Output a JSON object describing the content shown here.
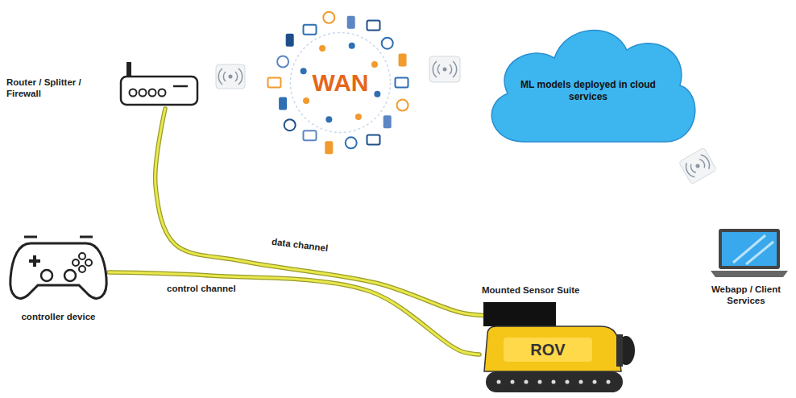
{
  "diagram": {
    "nodes": [
      {
        "text": [
          "Router / Splitter / Firewall"
        ]
      },
      {
        "text": [
          "WAN"
        ]
      },
      {
        "text": [
          "ML models deployed in cloud services"
        ]
      },
      {
        "text": [
          "Webapp / Client Services"
        ]
      },
      {
        "text": [
          "controller device"
        ]
      },
      {
        "text": [
          "Mounted Sensor Suite"
        ]
      },
      {
        "text": [
          "ROV"
        ]
      }
    ],
    "edges": [
      {
        "from": 0,
        "to": 5,
        "label": "data channel",
        "arrow": "none"
      },
      {
        "from": 4,
        "to": 6,
        "label": "control channel",
        "arrow": "none"
      }
    ]
  }
}
